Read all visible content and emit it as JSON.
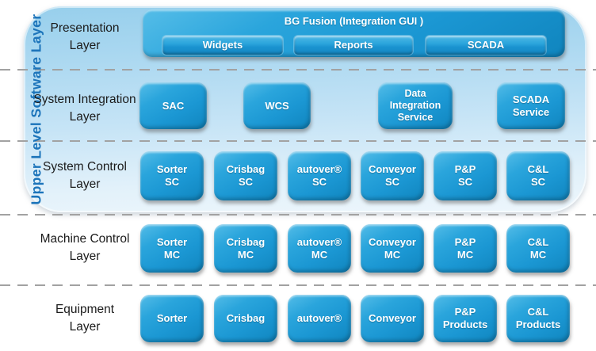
{
  "vertical_label": "Upper Level Software Layer",
  "layers": {
    "presentation": {
      "label": "Presentation\nLayer",
      "gui_box": {
        "title": "BG Fusion (Integration GUI )",
        "buttons": [
          "Widgets",
          "Reports",
          "SCADA"
        ]
      }
    },
    "system_integration": {
      "label": "System Integration\nLayer",
      "boxes": [
        "SAC",
        "WCS",
        "Data\nIntegration\nService",
        "SCADA\nService"
      ]
    },
    "system_control": {
      "label": "System Control\nLayer",
      "boxes": [
        "Sorter\nSC",
        "Crisbag\nSC",
        "autover®\nSC",
        "Conveyor\nSC",
        "P&P\nSC",
        "C&L\nSC"
      ]
    },
    "machine_control": {
      "label": "Machine Control\nLayer",
      "boxes": [
        "Sorter\nMC",
        "Crisbag\nMC",
        "autover®\nMC",
        "Conveyor\nMC",
        "P&P\nMC",
        "C&L\nMC"
      ]
    },
    "equipment": {
      "label": "Equipment\nLayer",
      "boxes": [
        "Sorter",
        "Crisbag",
        "autover®",
        "Conveyor",
        "P&P\nProducts",
        "C&L\nProducts"
      ]
    }
  },
  "colors": {
    "box_blue": "#1b97d3",
    "box_highlight": "#55bde8",
    "box_shadow_edge": "#1085be",
    "container_top": "#97cfec",
    "container_bottom": "#edf6fc",
    "vertical_label_text": "#1c74ba",
    "divider_gray": "#a2a2a2",
    "box_text": "#ffffff",
    "layer_label_text": "#1b1b1b"
  }
}
